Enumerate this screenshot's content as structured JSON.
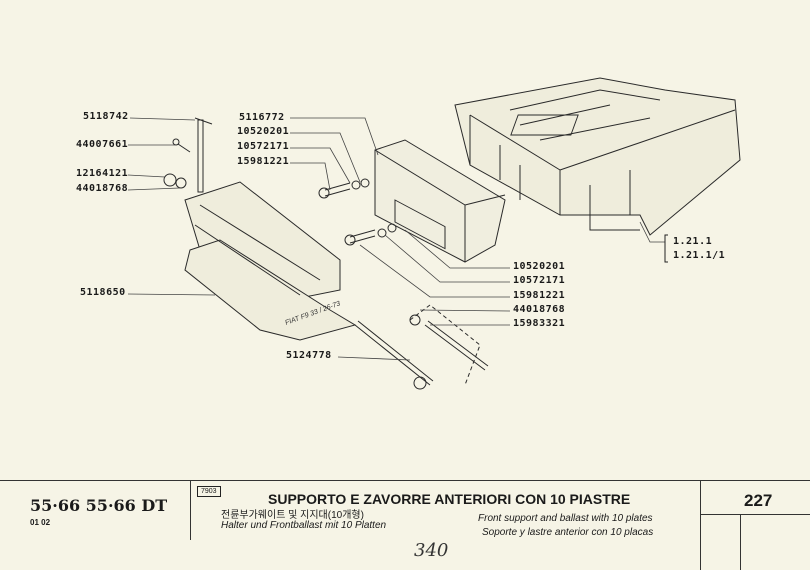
{
  "labels_left": [
    "5118742",
    "44007661",
    "12164121",
    "44018768",
    "5118650"
  ],
  "labels_mid": [
    "5116772",
    "10520201",
    "10572171",
    "15981221",
    "5124778"
  ],
  "labels_right": [
    "10520201",
    "10572171",
    "15981221",
    "44018768",
    "15983321"
  ],
  "refs": [
    "1.21.1",
    "1.21.1/1"
  ],
  "weight_marking": [
    "FIAT F9 33",
    "26-73"
  ],
  "footer": {
    "models": "55·66 55·66 DT",
    "models_sub": "01 02",
    "code": "7903",
    "title": "SUPPORTO E ZAVORRE ANTERIORI CON 10 PIASTRE",
    "korean": "전륜부가웨이트 및 지지대(10개형)",
    "german": "Halter und Frontballast mit 10 Platten",
    "english": "Front support and ballast with 10 plates",
    "spanish": "Soporte y lastre anterior con 10 placas",
    "page": "227",
    "handwritten": "340"
  }
}
